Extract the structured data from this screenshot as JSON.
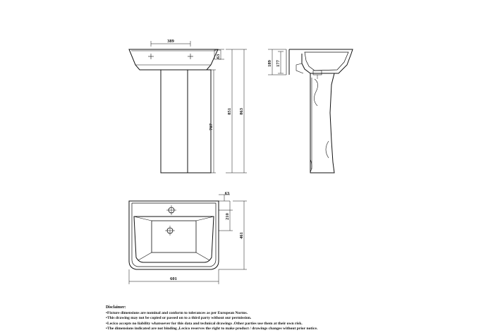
{
  "dimensions": {
    "basin_width_top": "389",
    "basin_depth_small": "63",
    "pedestal_height": "707",
    "overall_height_851": "851",
    "overall_height_863": "863",
    "side_height_189": "189",
    "side_height_177": "177",
    "plan_tap_offset": "63",
    "plan_depth_210": "210",
    "plan_depth_461": "461",
    "plan_width_601": "601"
  },
  "disclaimer": {
    "title": "Disclaimer:",
    "lines": [
      "•Fixture dimensions are nominal and conform to tolerances as per European Norms.",
      "•This drawing may not be copied or passed on to a third party without our permission.",
      "•Lecico accepts no liability whatsoever for this data and technical drawings .Other parties use them at their own risk.",
      "•The dimensions indicated are not binding ,Lecico reserves the right to make product / drawings changes without prior notice."
    ]
  }
}
